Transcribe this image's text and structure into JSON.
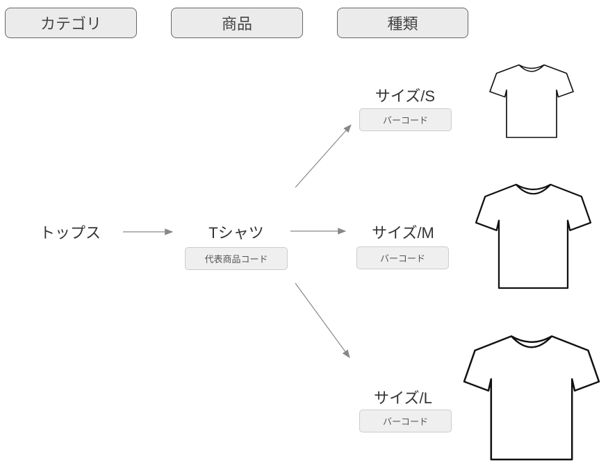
{
  "headers": {
    "category": "カテゴリ",
    "product": "商品",
    "variant": "種類"
  },
  "category": {
    "label": "トップス"
  },
  "product": {
    "label": "Tシャツ",
    "code": "代表商品コード"
  },
  "variants": [
    {
      "label": "サイズ/S",
      "code": "バーコード"
    },
    {
      "label": "サイズ/M",
      "code": "バーコード"
    },
    {
      "label": "サイズ/L",
      "code": "バーコード"
    }
  ],
  "colors": {
    "header_fill": "#ebebeb",
    "arrow": "#888888",
    "code_fill": "#efefef"
  }
}
